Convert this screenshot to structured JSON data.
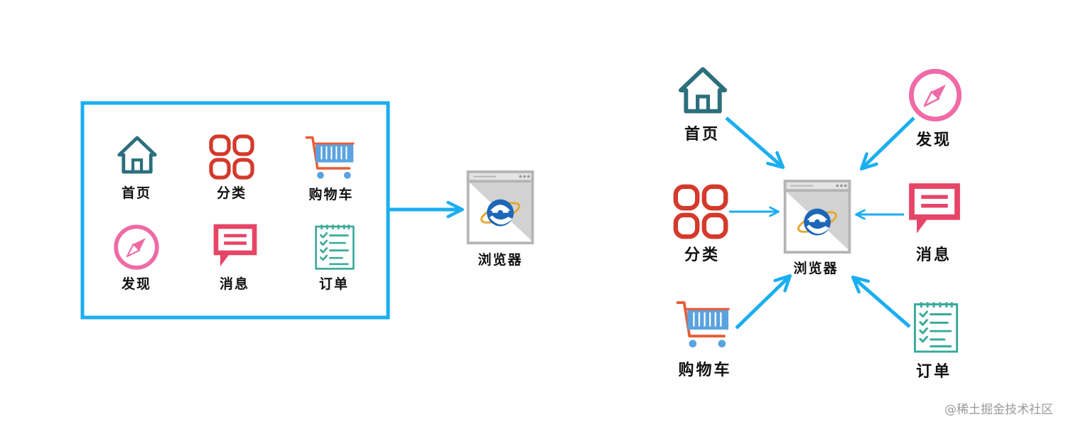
{
  "labels": {
    "home": "首页",
    "category": "分类",
    "cart": "购物车",
    "discover": "发现",
    "message": "消息",
    "order": "订单",
    "browser": "浏览器"
  },
  "watermark": "@稀土掘金技术社区",
  "colors": {
    "arrow": "#1aaef0",
    "home": "#2c6f7d",
    "category": "#d43a2c",
    "cart_frame": "#e85c35",
    "cart_basket": "#5aa3e0",
    "discover": "#ef6aa6",
    "message": "#e64567",
    "order": "#3aaa9a",
    "browser_frame": "#b5b5b5",
    "ie_logo": "#1d66b8"
  },
  "icons": {
    "home": "house-icon",
    "category": "grid-icon",
    "cart": "shopping-cart-icon",
    "discover": "compass-icon",
    "message": "chat-bubble-icon",
    "order": "checklist-icon",
    "browser": "ie-browser-icon"
  }
}
